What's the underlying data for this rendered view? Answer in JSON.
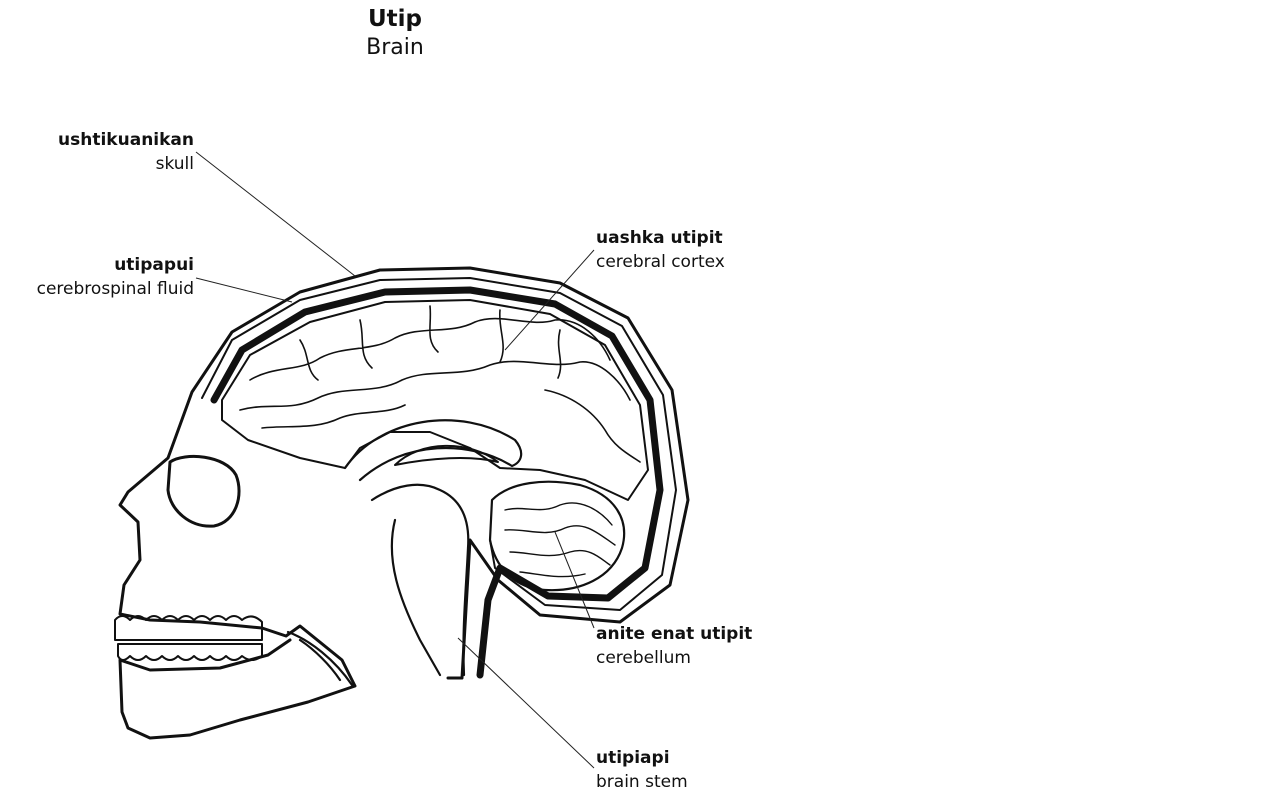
{
  "title": {
    "term": "Utip",
    "english": "Brain"
  },
  "labels": {
    "skull": {
      "term": "ushtikuanikan",
      "english": "skull"
    },
    "csf": {
      "term": "utipapui",
      "english": "cerebrospinal fluid"
    },
    "cortex": {
      "term": "uashka utipit",
      "english": "cerebral cortex"
    },
    "cerebellum": {
      "term": "anite enat utipit",
      "english": "cerebellum"
    },
    "brainstem": {
      "term": "utipiapi",
      "english": "brain stem"
    }
  },
  "colors": {
    "ink": "#111111",
    "background": "#ffffff"
  }
}
